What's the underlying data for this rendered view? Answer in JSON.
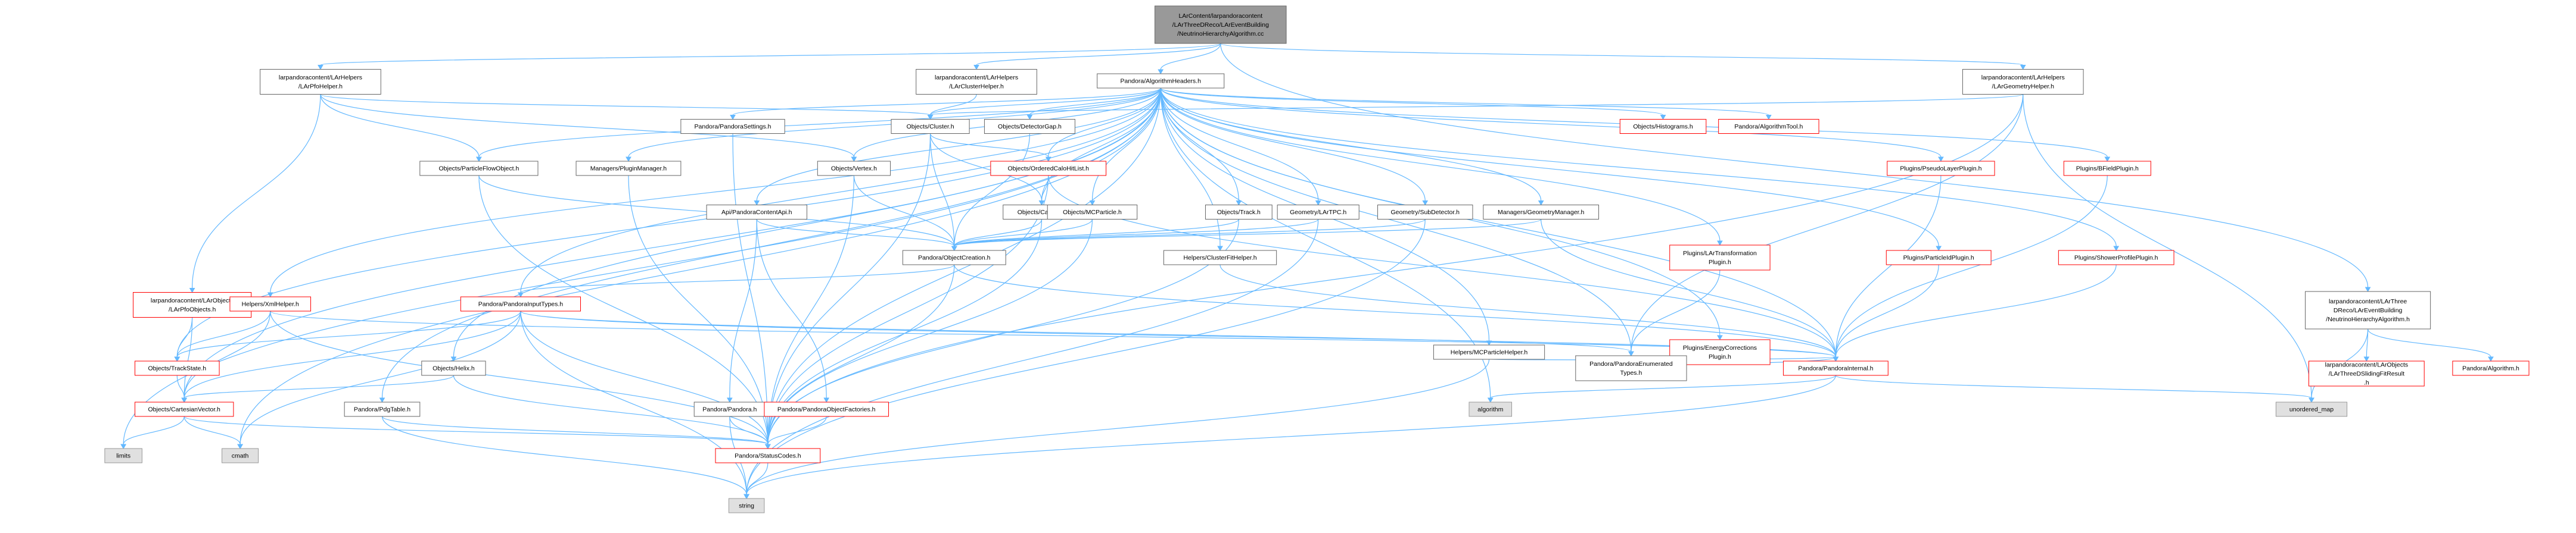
{
  "colors": {
    "root_fill": "#999999",
    "normal_border": "#666666",
    "red_border": "#ff0000",
    "ext_fill": "#e0e0e0",
    "ext_border": "#999999",
    "edge": "#63b8ff"
  },
  "nodes": [
    {
      "id": "root",
      "kind": "root",
      "lines": [
        "LArContent/larpandoracontent",
        "/LArThreeDReco/LArEventBuilding",
        "/NeutrinoHierarchyAlgorithm.cc"
      ]
    },
    {
      "id": "pfohelper",
      "kind": "normal",
      "lines": [
        "larpandoracontent/LArHelpers",
        "/LArPfoHelper.h"
      ]
    },
    {
      "id": "clusterhelper",
      "kind": "normal",
      "lines": [
        "larpandoracontent/LArHelpers",
        "/LArClusterHelper.h"
      ]
    },
    {
      "id": "algheaders",
      "kind": "normal",
      "lines": [
        "Pandora/AlgorithmHeaders.h"
      ]
    },
    {
      "id": "geomhelper",
      "kind": "normal",
      "lines": [
        "larpandoracontent/LArHelpers",
        "/LArGeometryHelper.h"
      ]
    },
    {
      "id": "settings",
      "kind": "normal",
      "lines": [
        "Pandora/PandoraSettings.h"
      ]
    },
    {
      "id": "cluster",
      "kind": "normal",
      "lines": [
        "Objects/Cluster.h"
      ]
    },
    {
      "id": "detgap",
      "kind": "normal",
      "lines": [
        "Objects/DetectorGap.h"
      ]
    },
    {
      "id": "histograms",
      "kind": "red",
      "lines": [
        "Objects/Histograms.h"
      ]
    },
    {
      "id": "algtool",
      "kind": "red",
      "lines": [
        "Pandora/AlgorithmTool.h"
      ]
    },
    {
      "id": "ordered",
      "kind": "red",
      "lines": [
        "Objects/OrderedCaloHitList.h"
      ]
    },
    {
      "id": "pfo",
      "kind": "normal",
      "lines": [
        "Objects/ParticleFlowObject.h"
      ]
    },
    {
      "id": "pluginmgr",
      "kind": "normal",
      "lines": [
        "Managers/PluginManager.h"
      ]
    },
    {
      "id": "vertex",
      "kind": "normal",
      "lines": [
        "Objects/Vertex.h"
      ]
    },
    {
      "id": "pseudolayer",
      "kind": "red",
      "lines": [
        "Plugins/PseudoLayerPlugin.h"
      ]
    },
    {
      "id": "bfield",
      "kind": "red",
      "lines": [
        "Plugins/BFieldPlugin.h"
      ]
    },
    {
      "id": "contentapi",
      "kind": "normal",
      "lines": [
        "Api/PandoraContentApi.h"
      ]
    },
    {
      "id": "calohit",
      "kind": "normal",
      "lines": [
        "Objects/CaloHit.h"
      ]
    },
    {
      "id": "mcparticle",
      "kind": "normal",
      "lines": [
        "Objects/MCParticle.h"
      ]
    },
    {
      "id": "track",
      "kind": "normal",
      "lines": [
        "Objects/Track.h"
      ]
    },
    {
      "id": "lartpc",
      "kind": "normal",
      "lines": [
        "Geometry/LArTPC.h"
      ]
    },
    {
      "id": "subdet",
      "kind": "normal",
      "lines": [
        "Geometry/SubDetector.h"
      ]
    },
    {
      "id": "geommgr",
      "kind": "normal",
      "lines": [
        "Managers/GeometryManager.h"
      ]
    },
    {
      "id": "objcreation",
      "kind": "normal",
      "lines": [
        "Pandora/ObjectCreation.h"
      ]
    },
    {
      "id": "clusterfit",
      "kind": "normal",
      "lines": [
        "Helpers/ClusterFitHelper.h"
      ]
    },
    {
      "id": "lartransf",
      "kind": "red",
      "lines": [
        "Plugins/LArTransformation",
        "Plugin.h"
      ]
    },
    {
      "id": "particleid",
      "kind": "red",
      "lines": [
        "Plugins/ParticleIdPlugin.h"
      ]
    },
    {
      "id": "showerprofile",
      "kind": "red",
      "lines": [
        "Plugins/ShowerProfilePlugin.h"
      ]
    },
    {
      "id": "larpfoobjects",
      "kind": "red",
      "lines": [
        "larpandoracontent/LArObjects",
        "/LArPfoObjects.h"
      ]
    },
    {
      "id": "unithelper",
      "kind": "red",
      "lines": [
        "Helpers/XmlHelper.h"
      ]
    },
    {
      "id": "inputtypes",
      "kind": "red",
      "lines": [
        "Pandora/PandoraInputTypes.h"
      ]
    },
    {
      "id": "mcphelper",
      "kind": "normal",
      "lines": [
        "Helpers/MCParticleHelper.h"
      ]
    },
    {
      "id": "energycorr",
      "kind": "red",
      "lines": [
        "Plugins/EnergyCorrections",
        "Plugin.h"
      ]
    },
    {
      "id": "nuhierarchy",
      "kind": "normal",
      "lines": [
        "larpandoracontent/LArThree",
        "DReco/LArEventBuilding",
        "/NeutrinoHierarchyAlgorithm.h"
      ]
    },
    {
      "id": "trackstate",
      "kind": "red",
      "lines": [
        "Objects/TrackState.h"
      ]
    },
    {
      "id": "helix",
      "kind": "normal",
      "lines": [
        "Objects/Helix.h"
      ]
    },
    {
      "id": "enumerated",
      "kind": "normal",
      "lines": [
        "Pandora/PandoraEnumerated",
        "Types.h"
      ]
    },
    {
      "id": "internal",
      "kind": "red",
      "lines": [
        "Pandora/PandoraInternal.h"
      ]
    },
    {
      "id": "slidingfit",
      "kind": "red",
      "lines": [
        "larpandoracontent/LArObjects",
        "/LArThreeDSlidingFitResult",
        ".h"
      ]
    },
    {
      "id": "algorithmh",
      "kind": "red",
      "lines": [
        "Pandora/Algorithm.h"
      ]
    },
    {
      "id": "cartesian",
      "kind": "red",
      "lines": [
        "Objects/CartesianVector.h"
      ]
    },
    {
      "id": "pdgtable",
      "kind": "normal",
      "lines": [
        "Pandora/PdgTable.h"
      ]
    },
    {
      "id": "pandorah",
      "kind": "normal",
      "lines": [
        "Pandora/Pandora.h"
      ]
    },
    {
      "id": "objfactories",
      "kind": "red",
      "lines": [
        "Pandora/PandoraObjectFactories.h"
      ]
    },
    {
      "id": "algorithm",
      "kind": "ext",
      "lines": [
        "algorithm"
      ]
    },
    {
      "id": "unordered",
      "kind": "ext",
      "lines": [
        "unordered_map"
      ]
    },
    {
      "id": "limits",
      "kind": "ext",
      "lines": [
        "limits"
      ]
    },
    {
      "id": "cmath",
      "kind": "ext",
      "lines": [
        "cmath"
      ]
    },
    {
      "id": "statuscodes",
      "kind": "red",
      "lines": [
        "Pandora/StatusCodes.h"
      ]
    },
    {
      "id": "string",
      "kind": "ext",
      "lines": [
        "string"
      ]
    }
  ],
  "edges": [
    [
      "root",
      "pfohelper"
    ],
    [
      "root",
      "clusterhelper"
    ],
    [
      "root",
      "algheaders"
    ],
    [
      "root",
      "geomhelper"
    ],
    [
      "root",
      "nuhierarchy"
    ],
    [
      "pfohelper",
      "larpfoobjects"
    ],
    [
      "pfohelper",
      "pfo"
    ],
    [
      "pfohelper",
      "cluster"
    ],
    [
      "pfohelper",
      "vertex"
    ],
    [
      "clusterhelper",
      "cluster"
    ],
    [
      "algheaders",
      "settings"
    ],
    [
      "algheaders",
      "cluster"
    ],
    [
      "algheaders",
      "detgap"
    ],
    [
      "algheaders",
      "histograms"
    ],
    [
      "algheaders",
      "algtool"
    ],
    [
      "algheaders",
      "ordered"
    ],
    [
      "algheaders",
      "pfo"
    ],
    [
      "algheaders",
      "pluginmgr"
    ],
    [
      "algheaders",
      "vertex"
    ],
    [
      "algheaders",
      "pseudolayer"
    ],
    [
      "algheaders",
      "bfield"
    ],
    [
      "algheaders",
      "contentapi"
    ],
    [
      "algheaders",
      "calohit"
    ],
    [
      "algheaders",
      "mcparticle"
    ],
    [
      "algheaders",
      "track"
    ],
    [
      "algheaders",
      "lartpc"
    ],
    [
      "algheaders",
      "subdet"
    ],
    [
      "algheaders",
      "geommgr"
    ],
    [
      "algheaders",
      "clusterfit"
    ],
    [
      "algheaders",
      "lartransf"
    ],
    [
      "algheaders",
      "particleid"
    ],
    [
      "algheaders",
      "showerprofile"
    ],
    [
      "algheaders",
      "unithelper"
    ],
    [
      "algheaders",
      "inputtypes"
    ],
    [
      "algheaders",
      "mcphelper"
    ],
    [
      "algheaders",
      "energycorr"
    ],
    [
      "algheaders",
      "trackstate"
    ],
    [
      "algheaders",
      "helix"
    ],
    [
      "algheaders",
      "enumerated"
    ],
    [
      "algheaders",
      "internal"
    ],
    [
      "algheaders",
      "cartesian"
    ],
    [
      "algheaders",
      "pdgtable"
    ],
    [
      "algheaders",
      "algorithm"
    ],
    [
      "algheaders",
      "limits"
    ],
    [
      "algheaders",
      "cmath"
    ],
    [
      "algheaders",
      "statuscodes"
    ],
    [
      "geomhelper",
      "cluster"
    ],
    [
      "geomhelper",
      "enumerated"
    ],
    [
      "geomhelper",
      "unordered"
    ],
    [
      "geomhelper",
      "statuscodes"
    ],
    [
      "settings",
      "statuscodes"
    ],
    [
      "cluster",
      "ordered"
    ],
    [
      "cluster",
      "objcreation"
    ],
    [
      "cluster",
      "calohit"
    ],
    [
      "cluster",
      "statuscodes"
    ],
    [
      "detgap",
      "objcreation"
    ],
    [
      "ordered",
      "calohit"
    ],
    [
      "ordered",
      "internal"
    ],
    [
      "ordered",
      "statuscodes"
    ],
    [
      "pfo",
      "objcreation"
    ],
    [
      "pfo",
      "statuscodes"
    ],
    [
      "pluginmgr",
      "statuscodes"
    ],
    [
      "vertex",
      "objcreation"
    ],
    [
      "vertex",
      "statuscodes"
    ],
    [
      "pseudolayer",
      "internal"
    ],
    [
      "bfield",
      "internal"
    ],
    [
      "contentapi",
      "objcreation"
    ],
    [
      "contentapi",
      "pandorah"
    ],
    [
      "contentapi",
      "objfactories"
    ],
    [
      "calohit",
      "objcreation"
    ],
    [
      "calohit",
      "statuscodes"
    ],
    [
      "mcparticle",
      "objcreation"
    ],
    [
      "mcparticle",
      "statuscodes"
    ],
    [
      "track",
      "objcreation"
    ],
    [
      "track",
      "statuscodes"
    ],
    [
      "lartpc",
      "objcreation"
    ],
    [
      "lartpc",
      "string"
    ],
    [
      "subdet",
      "objcreation"
    ],
    [
      "subdet",
      "string"
    ],
    [
      "geommgr",
      "objcreation"
    ],
    [
      "geommgr",
      "internal"
    ],
    [
      "objcreation",
      "inputtypes"
    ],
    [
      "objcreation",
      "internal"
    ],
    [
      "objcreation",
      "statuscodes"
    ],
    [
      "clusterfit",
      "internal"
    ],
    [
      "lartransf",
      "enumerated"
    ],
    [
      "particleid",
      "internal"
    ],
    [
      "showerprofile",
      "internal"
    ],
    [
      "larpfoobjects",
      "trackstate"
    ],
    [
      "larpfoobjects",
      "cartesian"
    ],
    [
      "unithelper",
      "trackstate"
    ],
    [
      "unithelper",
      "cartesian"
    ],
    [
      "unithelper",
      "internal"
    ],
    [
      "unithelper",
      "statuscodes"
    ],
    [
      "inputtypes",
      "trackstate"
    ],
    [
      "inputtypes",
      "cartesian"
    ],
    [
      "inputtypes",
      "enumerated"
    ],
    [
      "inputtypes",
      "internal"
    ],
    [
      "inputtypes",
      "cmath"
    ],
    [
      "inputtypes",
      "statuscodes"
    ],
    [
      "inputtypes",
      "string"
    ],
    [
      "mcphelper",
      "internal"
    ],
    [
      "mcphelper",
      "string"
    ],
    [
      "energycorr",
      "internal"
    ],
    [
      "nuhierarchy",
      "slidingfit"
    ],
    [
      "nuhierarchy",
      "algorithmh"
    ],
    [
      "nuhierarchy",
      "unordered"
    ],
    [
      "trackstate",
      "cartesian"
    ],
    [
      "helix",
      "cartesian"
    ],
    [
      "helix",
      "statuscodes"
    ],
    [
      "internal",
      "algorithm"
    ],
    [
      "internal",
      "unordered"
    ],
    [
      "internal",
      "string"
    ],
    [
      "cartesian",
      "limits"
    ],
    [
      "cartesian",
      "cmath"
    ],
    [
      "cartesian",
      "statuscodes"
    ],
    [
      "pdgtable",
      "statuscodes"
    ],
    [
      "pdgtable",
      "string"
    ],
    [
      "pandorah",
      "statuscodes"
    ],
    [
      "pandorah",
      "string"
    ],
    [
      "objfactories",
      "statuscodes"
    ],
    [
      "statuscodes",
      "string"
    ]
  ]
}
